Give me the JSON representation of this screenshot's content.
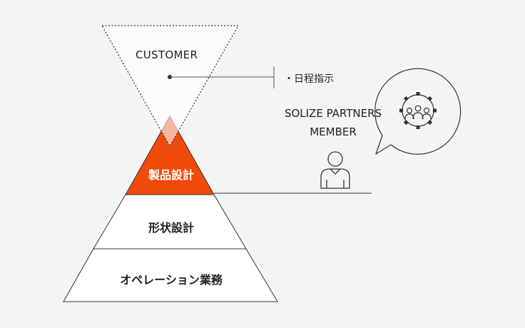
{
  "top_funnel": {
    "label": "CUSTOMER"
  },
  "callout": {
    "bullet": "・",
    "text": "日程指示"
  },
  "member": {
    "line1": "SOLIZE PARTNERS",
    "line2": "MEMBER"
  },
  "pyramid": {
    "tiers": [
      {
        "label": "製品設計",
        "fill": "#f04a0a"
      },
      {
        "label": "形状設計",
        "fill": "#ffffff"
      },
      {
        "label": "オペレーション業務",
        "fill": "#ffffff"
      }
    ]
  },
  "colors": {
    "accent": "#f04a0a",
    "line": "#333333",
    "background": "#f4f4f4"
  },
  "icons": {
    "team": "gear-with-people-icon",
    "person": "person-icon"
  }
}
